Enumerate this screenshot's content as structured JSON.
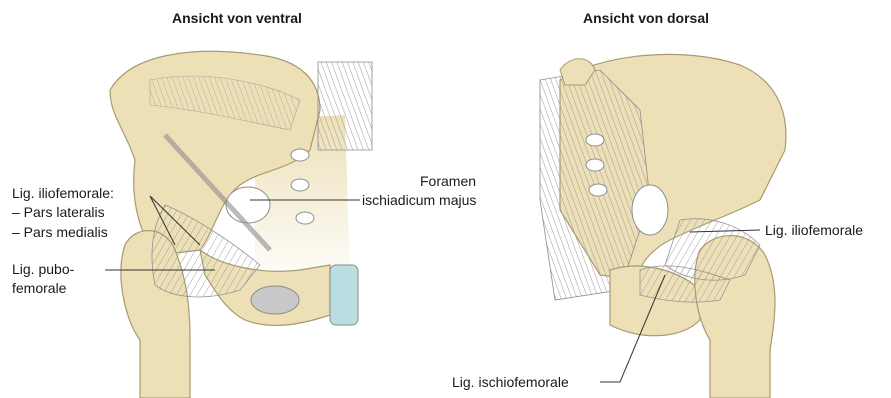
{
  "titles": {
    "ventral": "Ansicht von ventral",
    "dorsal": "Ansicht von dorsal"
  },
  "labels": {
    "iliofemorale_main": "Lig. iliofemorale:",
    "pars_lateralis": "– Pars lateralis",
    "pars_medialis": "– Pars medialis",
    "pubofemorale_1": "Lig. pubo-",
    "pubofemorale_2": "femorale",
    "foramen_1": "Foramen",
    "foramen_2": "ischiadicum majus",
    "iliofemorale_dorsal": "Lig. iliofemorale",
    "ischiofemorale": "Lig. ischiofemorale"
  },
  "colors": {
    "bone": "#ede0b6",
    "bone_stroke": "#a89a70",
    "ligament": "#d6d6d6",
    "ligament_stroke": "#8c8c8c",
    "cartilage": "#b9dde0",
    "leader": "#333333"
  }
}
